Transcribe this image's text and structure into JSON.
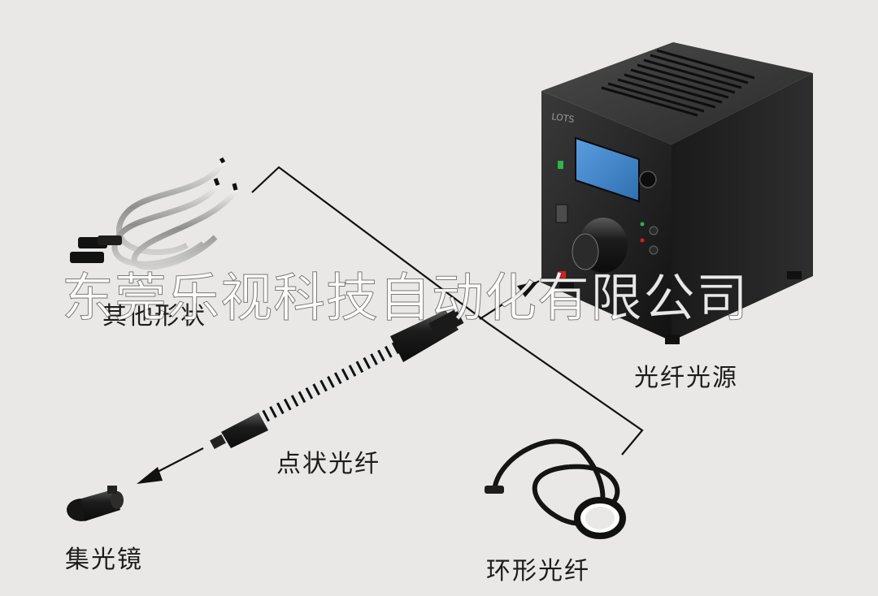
{
  "labels": {
    "other_shapes": "其他形状",
    "fiber_light_source": "光纤光源",
    "point_fiber": "点状光纤",
    "condenser_lens": "集光镜",
    "ring_fiber": "环形光纤"
  },
  "device": {
    "brand": "LOTS"
  },
  "watermark": "东莞乐视科技自动化有限公司",
  "colors": {
    "background": "#e9e8e6",
    "device_body": "#202020",
    "screen": "#3d83c8",
    "line": "#111111",
    "accent_red": "#d81f1f",
    "accent_green": "#2fb34a"
  }
}
